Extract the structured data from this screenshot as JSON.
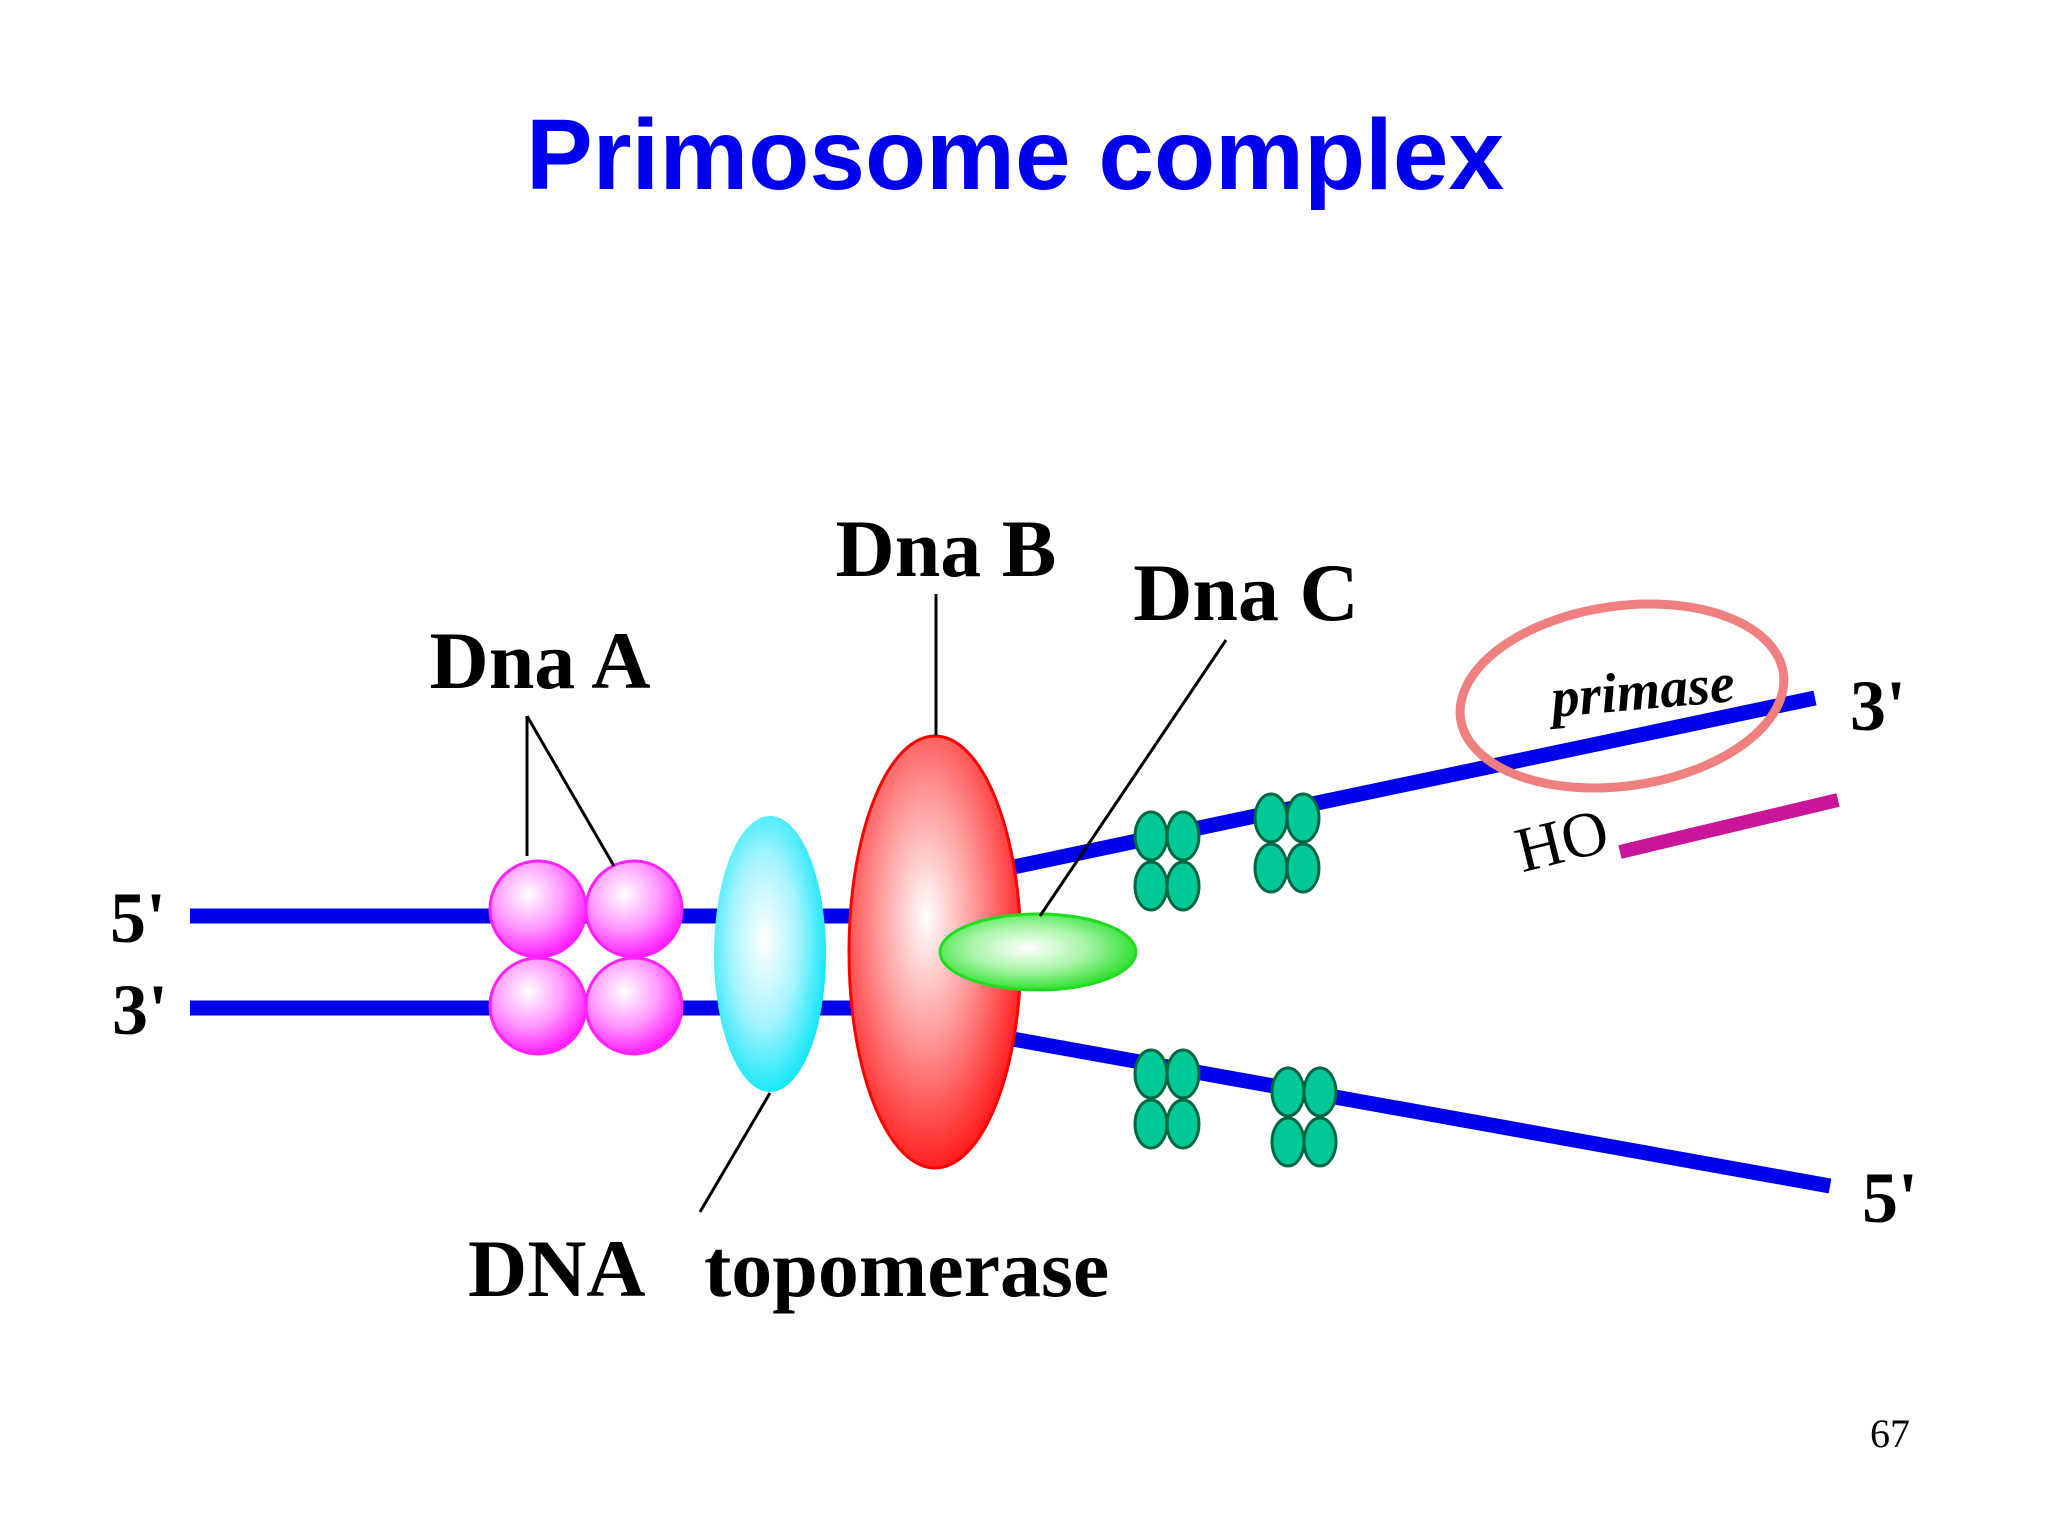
{
  "slide": {
    "title": "Primosome complex",
    "page_number": "67"
  },
  "diagram": {
    "labels": {
      "dna_a": "Dna A",
      "dna_b": "Dna B",
      "dna_c": "Dna C",
      "primase": "primase",
      "dna_topo_word1": "DNA",
      "dna_topo_word2": "topomerase",
      "ho": "HO"
    },
    "strand_ends": {
      "left_top": "5'",
      "left_bottom": "3'",
      "right_top": "3'",
      "right_bottom": "5'"
    },
    "colors": {
      "title": "#0000f0",
      "dna_strand": "#0000ee",
      "dna_a": "#ff33ff",
      "topoisomerase": "#00e5f0",
      "dna_b": "#ff1a1a",
      "dna_c": "#22dd22",
      "ssb": "#00c896",
      "primer": "#c8159a",
      "highlight_circle": "#f08080"
    }
  }
}
